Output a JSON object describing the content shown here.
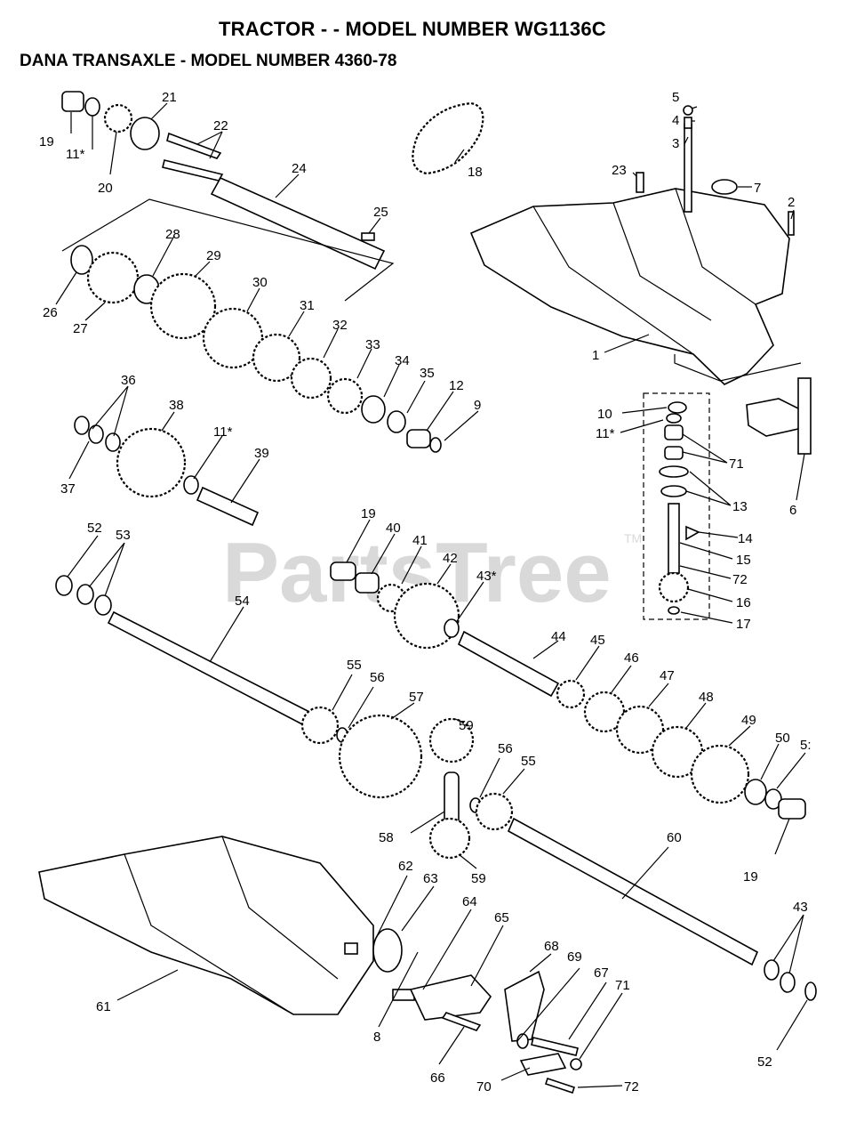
{
  "header": {
    "title": "TRACTOR - - MODEL NUMBER  WG1136C",
    "subtitle": "DANA TRANSAXLE - MODEL NUMBER 4360-78"
  },
  "watermark": {
    "text": "PartsTree",
    "tm": "TM"
  },
  "callouts": [
    {
      "id": "c1",
      "text": "1"
    },
    {
      "id": "c2",
      "text": "2"
    },
    {
      "id": "c3",
      "text": "3"
    },
    {
      "id": "c4",
      "text": "4"
    },
    {
      "id": "c5",
      "text": "5"
    },
    {
      "id": "c6",
      "text": "6"
    },
    {
      "id": "c7",
      "text": "7"
    },
    {
      "id": "c8",
      "text": "8"
    },
    {
      "id": "c9",
      "text": "9"
    },
    {
      "id": "c10",
      "text": "10"
    },
    {
      "id": "c11a",
      "text": "11*"
    },
    {
      "id": "c11b",
      "text": "11*"
    },
    {
      "id": "c11c",
      "text": "11*"
    },
    {
      "id": "c12",
      "text": "12"
    },
    {
      "id": "c13",
      "text": "13"
    },
    {
      "id": "c14",
      "text": "14"
    },
    {
      "id": "c15",
      "text": "15"
    },
    {
      "id": "c16",
      "text": "16"
    },
    {
      "id": "c17",
      "text": "17"
    },
    {
      "id": "c18",
      "text": "18"
    },
    {
      "id": "c19a",
      "text": "19"
    },
    {
      "id": "c19b",
      "text": "19"
    },
    {
      "id": "c19c",
      "text": "19"
    },
    {
      "id": "c20",
      "text": "20"
    },
    {
      "id": "c21",
      "text": "21"
    },
    {
      "id": "c22",
      "text": "22"
    },
    {
      "id": "c23",
      "text": "23"
    },
    {
      "id": "c24",
      "text": "24"
    },
    {
      "id": "c25",
      "text": "25"
    },
    {
      "id": "c26",
      "text": "26"
    },
    {
      "id": "c27",
      "text": "27"
    },
    {
      "id": "c28",
      "text": "28"
    },
    {
      "id": "c29",
      "text": "29"
    },
    {
      "id": "c30",
      "text": "30"
    },
    {
      "id": "c31",
      "text": "31"
    },
    {
      "id": "c32",
      "text": "32"
    },
    {
      "id": "c33",
      "text": "33"
    },
    {
      "id": "c34",
      "text": "34"
    },
    {
      "id": "c35",
      "text": "35"
    },
    {
      "id": "c36",
      "text": "36"
    },
    {
      "id": "c37",
      "text": "37"
    },
    {
      "id": "c38",
      "text": "38"
    },
    {
      "id": "c39",
      "text": "39"
    },
    {
      "id": "c40",
      "text": "40"
    },
    {
      "id": "c41",
      "text": "41"
    },
    {
      "id": "c42",
      "text": "42"
    },
    {
      "id": "c43a",
      "text": "43*"
    },
    {
      "id": "c43b",
      "text": "43"
    },
    {
      "id": "c44",
      "text": "44"
    },
    {
      "id": "c45",
      "text": "45"
    },
    {
      "id": "c46",
      "text": "46"
    },
    {
      "id": "c47",
      "text": "47"
    },
    {
      "id": "c48",
      "text": "48"
    },
    {
      "id": "c49",
      "text": "49"
    },
    {
      "id": "c50",
      "text": "50"
    },
    {
      "id": "c51",
      "text": "5:"
    },
    {
      "id": "c52a",
      "text": "52"
    },
    {
      "id": "c52b",
      "text": "52"
    },
    {
      "id": "c53",
      "text": "53"
    },
    {
      "id": "c54",
      "text": "54"
    },
    {
      "id": "c55a",
      "text": "55"
    },
    {
      "id": "c55b",
      "text": "55"
    },
    {
      "id": "c56a",
      "text": "56"
    },
    {
      "id": "c56b",
      "text": "56"
    },
    {
      "id": "c57",
      "text": "57"
    },
    {
      "id": "c58",
      "text": "58"
    },
    {
      "id": "c59a",
      "text": "59"
    },
    {
      "id": "c59b",
      "text": "59"
    },
    {
      "id": "c60",
      "text": "60"
    },
    {
      "id": "c61",
      "text": "61"
    },
    {
      "id": "c62",
      "text": "62"
    },
    {
      "id": "c63",
      "text": "63"
    },
    {
      "id": "c64",
      "text": "64"
    },
    {
      "id": "c65",
      "text": "65"
    },
    {
      "id": "c66",
      "text": "66"
    },
    {
      "id": "c67",
      "text": "67"
    },
    {
      "id": "c68",
      "text": "68"
    },
    {
      "id": "c69",
      "text": "69"
    },
    {
      "id": "c70",
      "text": "70"
    },
    {
      "id": "c71",
      "text": "71"
    },
    {
      "id": "c72",
      "text": "72"
    },
    {
      "id": "cStarA",
      "text": "**"
    },
    {
      "id": "cStarB",
      "text": "**"
    }
  ]
}
